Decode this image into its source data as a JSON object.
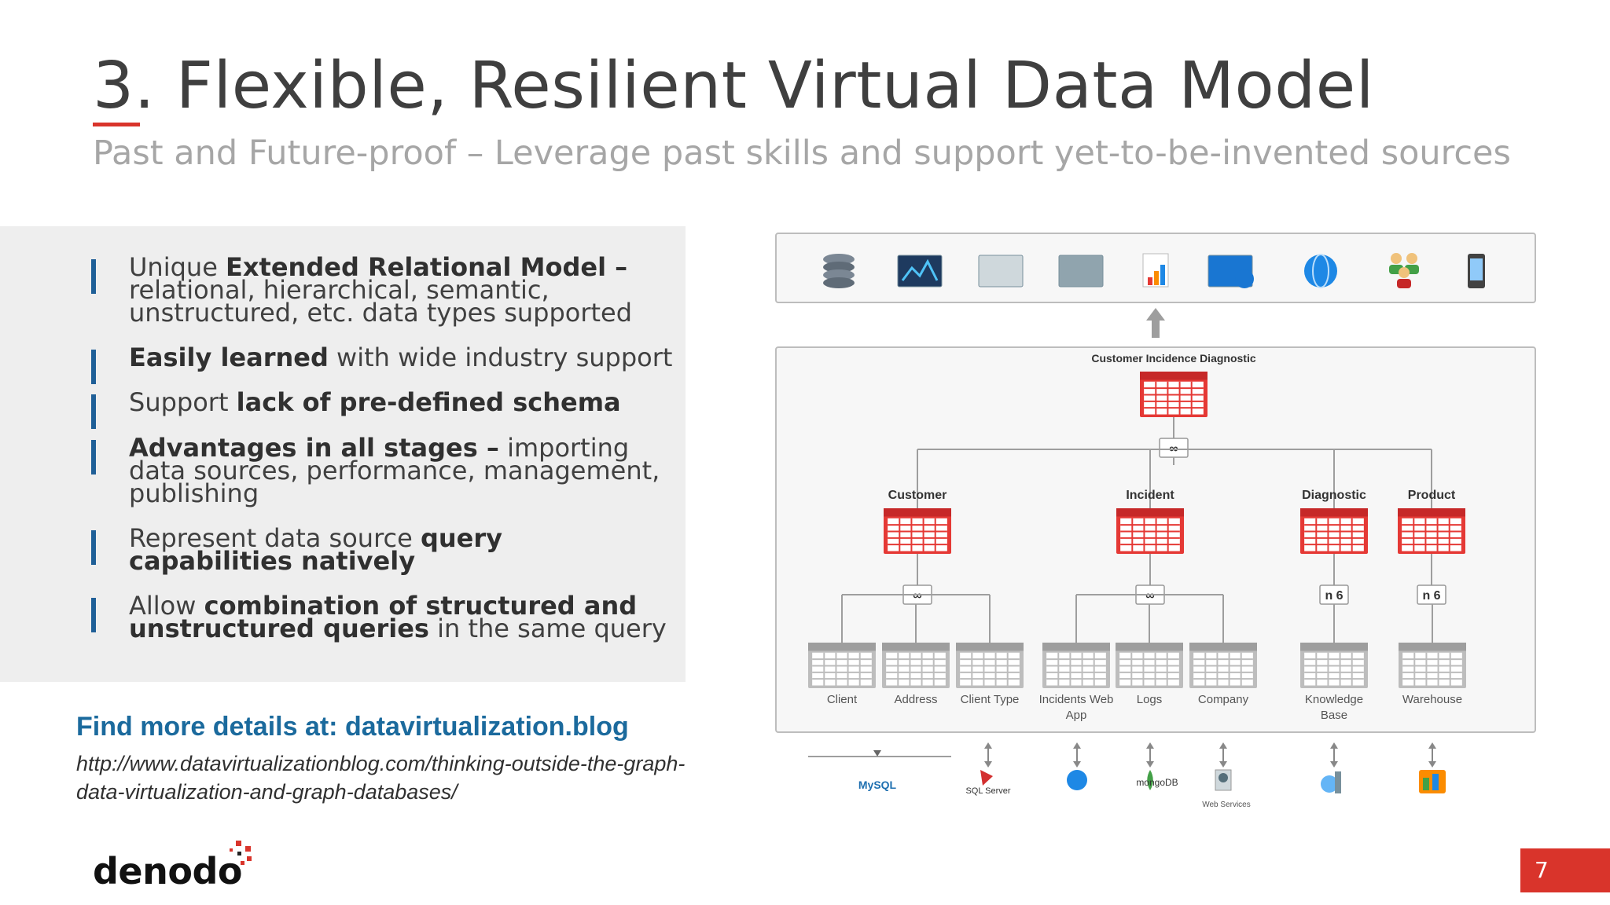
{
  "slide": {
    "title": "3. Flexible, Resilient Virtual Data Model",
    "subtitle": "Past and Future-proof – Leverage past skills and support yet-to-be-invented sources",
    "page_number": "7",
    "logo_text": "denodo"
  },
  "bullets": [
    {
      "parts": [
        {
          "text": "Unique ",
          "bold": false
        },
        {
          "text": "Extended Relational Model –",
          "bold": true
        },
        {
          "text": " relational, hierarchical, semantic, unstructured, etc. data types supported",
          "bold": false
        }
      ]
    },
    {
      "parts": [
        {
          "text": "Easily learned",
          "bold": true
        },
        {
          "text": " with wide industry support",
          "bold": false
        }
      ]
    },
    {
      "parts": [
        {
          "text": "Support ",
          "bold": false
        },
        {
          "text": "lack of pre-defined schema",
          "bold": true
        }
      ]
    },
    {
      "parts": [
        {
          "text": "Advantages in all stages –",
          "bold": true
        },
        {
          "text": " importing data sources, performance, management, publishing",
          "bold": false
        }
      ]
    },
    {
      "parts": [
        {
          "text": "Represent data source ",
          "bold": false
        },
        {
          "text": "query capabilities natively",
          "bold": true
        }
      ]
    },
    {
      "parts": [
        {
          "text": "Allow ",
          "bold": false
        },
        {
          "text": "combination of structured and unstructured queries",
          "bold": true
        },
        {
          "text": " in the same query",
          "bold": false
        }
      ]
    }
  ],
  "links": {
    "more_details": "Find more details at: datavirtualization.blog",
    "url": "http://www.datavirtualizationblog.com/thinking-outside-the-graph-data-virtualization-and-graph-databases/"
  },
  "diagram": {
    "top_view": "Customer Incidence Diagnostic",
    "join_symbol": "∞",
    "mid_views": [
      "Customer",
      "Incident",
      "Diagnostic",
      "Product"
    ],
    "nested_symbol": "n 6",
    "base_views": [
      "Client",
      "Address",
      "Client Type",
      "Incidents Web App",
      "Logs",
      "Company",
      "Knowledge Base",
      "Warehouse"
    ],
    "sources": [
      "MySQL",
      "SQL Server",
      "mongoDB",
      "Web Services"
    ],
    "consumer_icons": [
      "database-icon",
      "monitor-chart-icon",
      "spreadsheet-icon",
      "desktop-icon",
      "report-icon",
      "web-app-icon",
      "globe-icon",
      "users-icon",
      "mobile-icon"
    ],
    "colors": {
      "view": "#e53935",
      "base": "#bdbdbd",
      "line": "#9e9e9e"
    }
  }
}
